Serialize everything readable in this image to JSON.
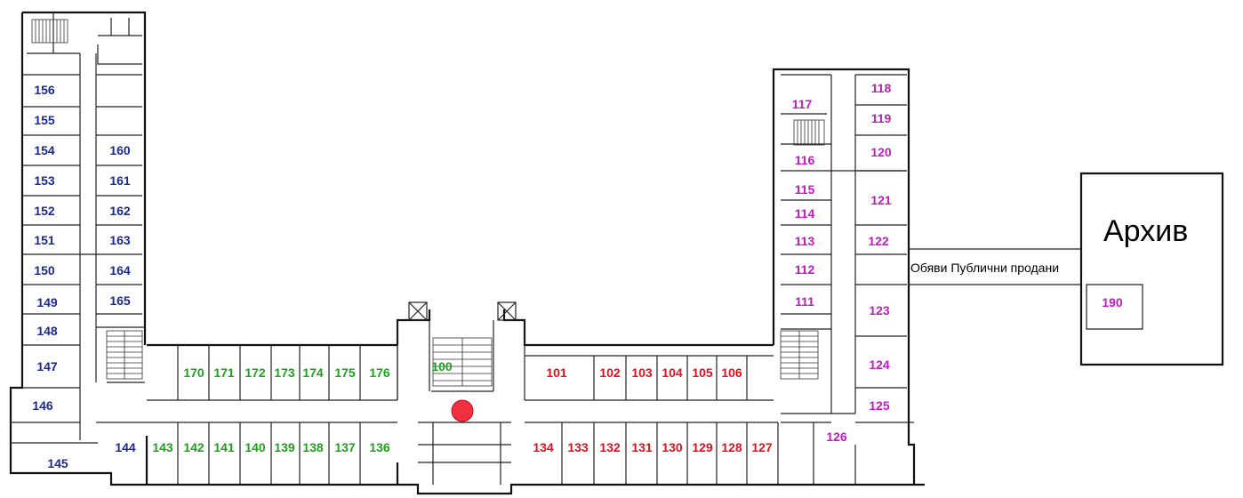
{
  "colors": {
    "blue": "#1c2a8c",
    "green": "#1fa01f",
    "red": "#e0101e",
    "magenta": "#c01cc0",
    "marker": "#f03040",
    "walls": "#111111"
  },
  "archive_label": "Архив",
  "annex_label": "Обяви Публични продани",
  "marker": "current-location-marker",
  "rooms": {
    "r156": "156",
    "r155": "155",
    "r154": "154",
    "r153": "153",
    "r152": "152",
    "r151": "151",
    "r150": "150",
    "r149": "149",
    "r148": "148",
    "r147": "147",
    "r146": "146",
    "r145": "145",
    "r144": "144",
    "r160": "160",
    "r161": "161",
    "r162": "162",
    "r163": "163",
    "r164": "164",
    "r165": "165",
    "r170": "170",
    "r171": "171",
    "r172": "172",
    "r173": "173",
    "r174": "174",
    "r175": "175",
    "r176": "176",
    "r143": "143",
    "r142": "142",
    "r141": "141",
    "r140": "140",
    "r139": "139",
    "r138": "138",
    "r137": "137",
    "r136": "136",
    "r100": "100",
    "r101": "101",
    "r102": "102",
    "r103": "103",
    "r104": "104",
    "r105": "105",
    "r106": "106",
    "r134": "134",
    "r133": "133",
    "r132": "132",
    "r131": "131",
    "r130": "130",
    "r129": "129",
    "r128": "128",
    "r127": "127",
    "r117": "117",
    "r116": "116",
    "r115": "115",
    "r114": "114",
    "r113": "113",
    "r112": "112",
    "r111": "111",
    "r118": "118",
    "r119": "119",
    "r120": "120",
    "r121": "121",
    "r122": "122",
    "r123": "123",
    "r124": "124",
    "r125": "125",
    "r126": "126",
    "r190": "190"
  }
}
